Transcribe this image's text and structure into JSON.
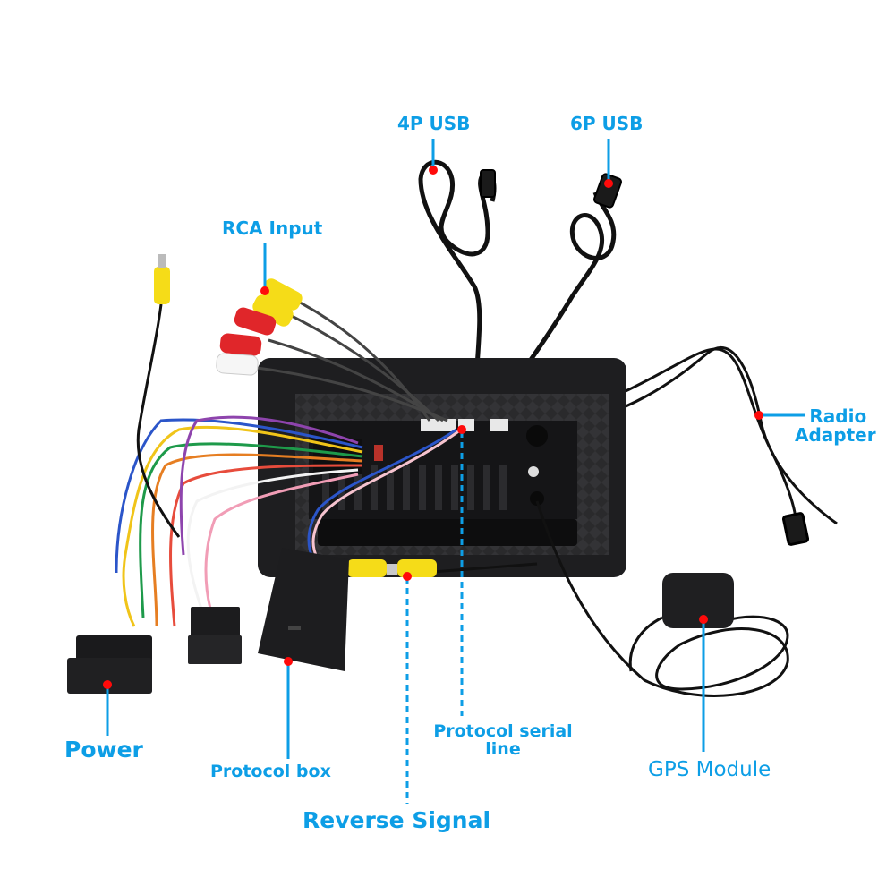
{
  "colors": {
    "label_blue": "#0d9ee6",
    "marker_red": "#ff0a0a",
    "device_black": "#1c1c1e",
    "background": "#ffffff"
  },
  "image": {
    "subject": "car stereo head unit rear view with wiring harness and accessories",
    "icons": [
      "head-unit",
      "rca-connectors",
      "usb-cables",
      "power-harness",
      "protocol-box",
      "gps-antenna",
      "radio-adapter-cable",
      "reverse-camera-rca"
    ]
  },
  "callouts": {
    "usb4": {
      "label": "4P USB"
    },
    "usb6": {
      "label": "6P USB"
    },
    "rca": {
      "label": "RCA Input"
    },
    "radio": {
      "line1": "Radio",
      "line2": "Adapter"
    },
    "protocol_line": {
      "line1": "Protocol serial",
      "line2": "line"
    },
    "power": {
      "label": "Power"
    },
    "protocol_box": {
      "label": "Protocol box"
    },
    "gps": {
      "label": "GPS Module"
    },
    "reverse": {
      "label": "Reverse Signal"
    }
  }
}
